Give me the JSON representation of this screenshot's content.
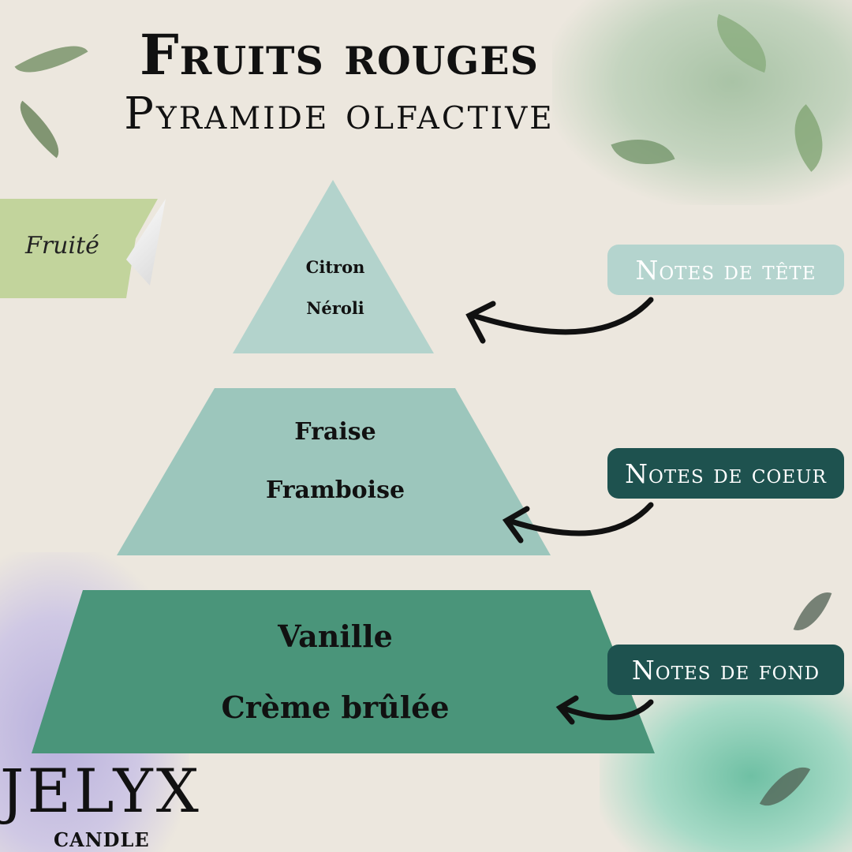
{
  "title": "Fruits rouges",
  "subtitle": "Pyramide olfactive",
  "family_tag": "Fruité",
  "pyramid": {
    "top": {
      "label": "Notes de tête",
      "notes": [
        "Citron",
        "Néroli"
      ]
    },
    "middle": {
      "label": "Notes de coeur",
      "notes": [
        "Fraise",
        "Framboise"
      ]
    },
    "base": {
      "label": "Notes de fond",
      "notes": [
        "Vanille",
        "Crème brûlée"
      ]
    }
  },
  "brand": {
    "name": "JELYX",
    "sub": "CANDLE"
  },
  "colors": {
    "top": "#b3d3cc",
    "middle": "#9cc6bc",
    "base": "#4a957a",
    "label_light": "#b4d4ce",
    "label_dark": "#1e524f",
    "tag": "#c2d49c"
  }
}
